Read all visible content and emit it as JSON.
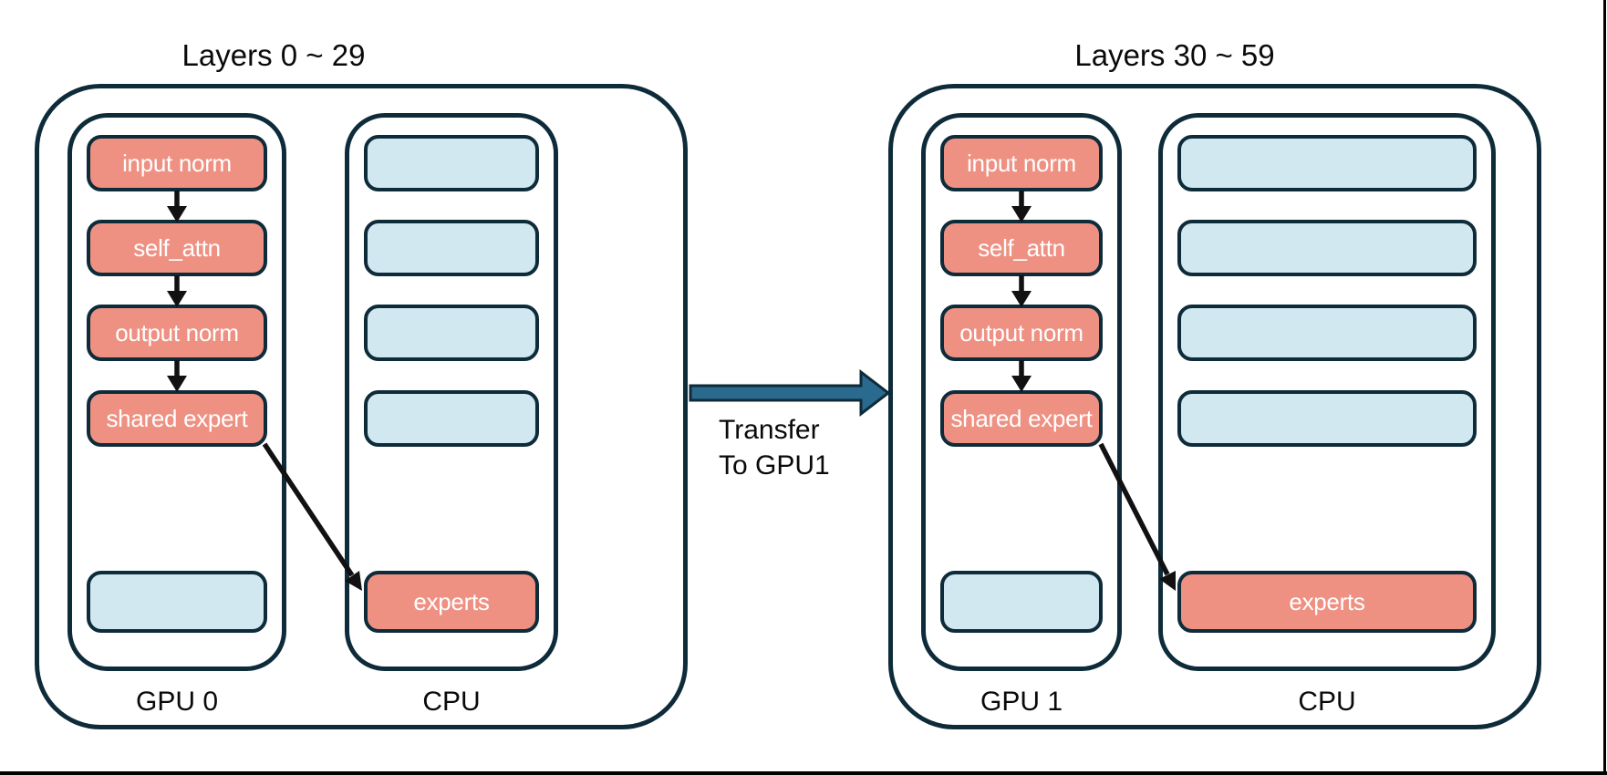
{
  "colors": {
    "outline_navy": "#0e2b3a",
    "module_fill_salmon": "#ee9183",
    "empty_fill_lightblue": "#d1e8f1",
    "transfer_arrow_fill": "#2a6a8e",
    "flow_arrow_black": "#111111",
    "box_text": "#ffffff",
    "label_text": "#0a0a0a",
    "screen_edge": "#000000"
  },
  "groups": [
    {
      "title": "Layers 0 ~ 29",
      "devices": [
        {
          "label": "GPU 0",
          "boxes": [
            {
              "label": "input norm",
              "type": "module"
            },
            {
              "label": "self_attn",
              "type": "module"
            },
            {
              "label": "output norm",
              "type": "module"
            },
            {
              "label": "shared expert",
              "type": "module"
            },
            {
              "label": "",
              "type": "empty"
            }
          ]
        },
        {
          "label": "CPU",
          "boxes": [
            {
              "label": "",
              "type": "empty"
            },
            {
              "label": "",
              "type": "empty"
            },
            {
              "label": "",
              "type": "empty"
            },
            {
              "label": "",
              "type": "empty"
            },
            {
              "label": "experts",
              "type": "module"
            }
          ]
        }
      ]
    },
    {
      "title": "Layers 30 ~ 59",
      "devices": [
        {
          "label": "GPU 1",
          "boxes": [
            {
              "label": "input norm",
              "type": "module"
            },
            {
              "label": "self_attn",
              "type": "module"
            },
            {
              "label": "output norm",
              "type": "module"
            },
            {
              "label": "shared expert",
              "type": "module"
            },
            {
              "label": "",
              "type": "empty"
            }
          ]
        },
        {
          "label": "CPU",
          "boxes": [
            {
              "label": "",
              "type": "empty"
            },
            {
              "label": "",
              "type": "empty"
            },
            {
              "label": "",
              "type": "empty"
            },
            {
              "label": "",
              "type": "empty"
            },
            {
              "label": "experts",
              "type": "module"
            }
          ]
        }
      ]
    }
  ],
  "transfer": {
    "line1": "Transfer",
    "line2": "To GPU1"
  }
}
